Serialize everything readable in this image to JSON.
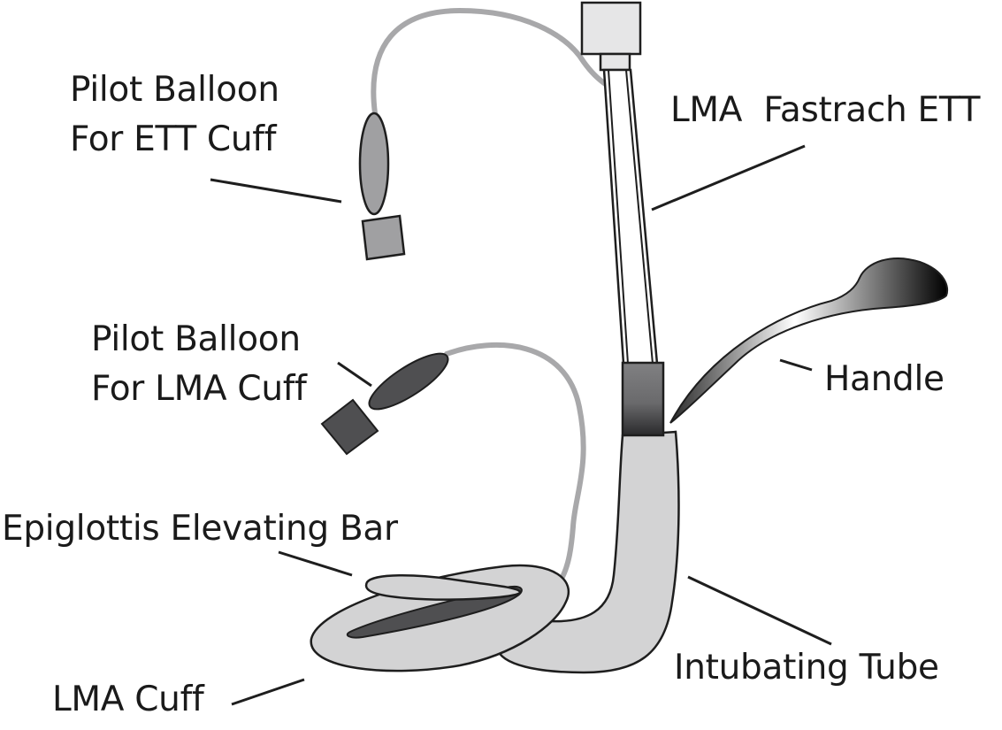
{
  "diagram": {
    "labels": {
      "pilot_balloon_ett": [
        "Pilot Balloon",
        "For ETT Cuff"
      ],
      "pilot_balloon_lma": [
        "Pilot Balloon",
        "For LMA Cuff"
      ],
      "fastrach_ett": "LMA  Fastrach ETT",
      "handle": "Handle",
      "epiglottis_bar": "Epiglottis Elevating Bar",
      "lma_cuff": "LMA Cuff",
      "intubating_tube": "Intubating Tube"
    },
    "colors": {
      "light_part": "#d3d3d4",
      "mid_part": "#a0a0a2",
      "dark_part": "#4f4f51",
      "outline": "#1e1e1e",
      "pilot_line": "#a8a8aa"
    }
  }
}
